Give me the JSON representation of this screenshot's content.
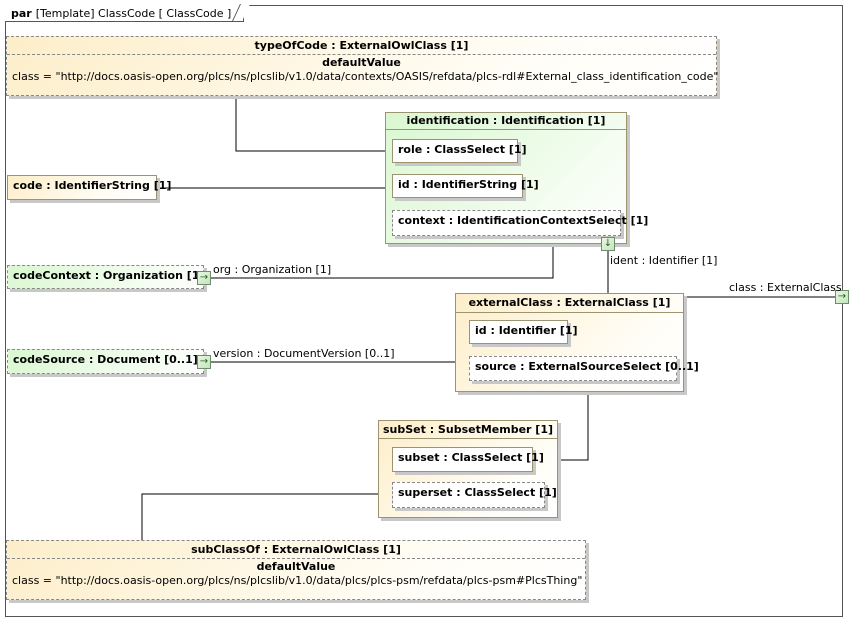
{
  "frame": {
    "kind": "par",
    "title": "[Template] ClassCode [ ClassCode ]"
  },
  "blocks": {
    "typeOfCode": {
      "title": "typeOfCode : ExternalOwlClass [1]",
      "default_heading": "defaultValue",
      "default_value": "class = \"http://docs.oasis-open.org/plcs/ns/plcslib/v1.0/data/contexts/OASIS/refdata/plcs-rdl#External_class_identification_code\""
    },
    "identification": {
      "title": "identification : Identification [1]",
      "parts": {
        "role": "role : ClassSelect [1]",
        "id": "id : IdentifierString [1]",
        "context": "context : IdentificationContextSelect [1]"
      }
    },
    "code": {
      "title": "code : IdentifierString [1]"
    },
    "codeContext": {
      "title": "codeContext : Organization [1]"
    },
    "codeSource": {
      "title": "codeSource : Document [0..1]"
    },
    "externalClass": {
      "title": "externalClass : ExternalClass [1]",
      "parts": {
        "id": "id : Identifier [1]",
        "source": "source : ExternalSourceSelect [0..1]"
      }
    },
    "subSet": {
      "title": "subSet : SubsetMember [1]",
      "parts": {
        "subset": "subset : ClassSelect [1]",
        "superset": "superset : ClassSelect [1]"
      }
    },
    "subClassOf": {
      "title": "subClassOf : ExternalOwlClass [1]",
      "default_heading": "defaultValue",
      "default_value": "class = \"http://docs.oasis-open.org/plcs/ns/plcslib/v1.0/data/plcs/plcs-psm/refdata/plcs-psm#PlcsThing\""
    }
  },
  "ports": {
    "org": "org : Organization [1]",
    "version": "version : DocumentVersion [0..1]",
    "ident": "ident : Identifier [1]",
    "class": "class : ExternalClass"
  },
  "port_glyphs": {
    "right": "→",
    "down": "↓"
  },
  "colors": {
    "part_yellow": "#fdeec9",
    "part_green": "#d9f7d0",
    "border": "#9c9370",
    "wire": "#000000"
  }
}
